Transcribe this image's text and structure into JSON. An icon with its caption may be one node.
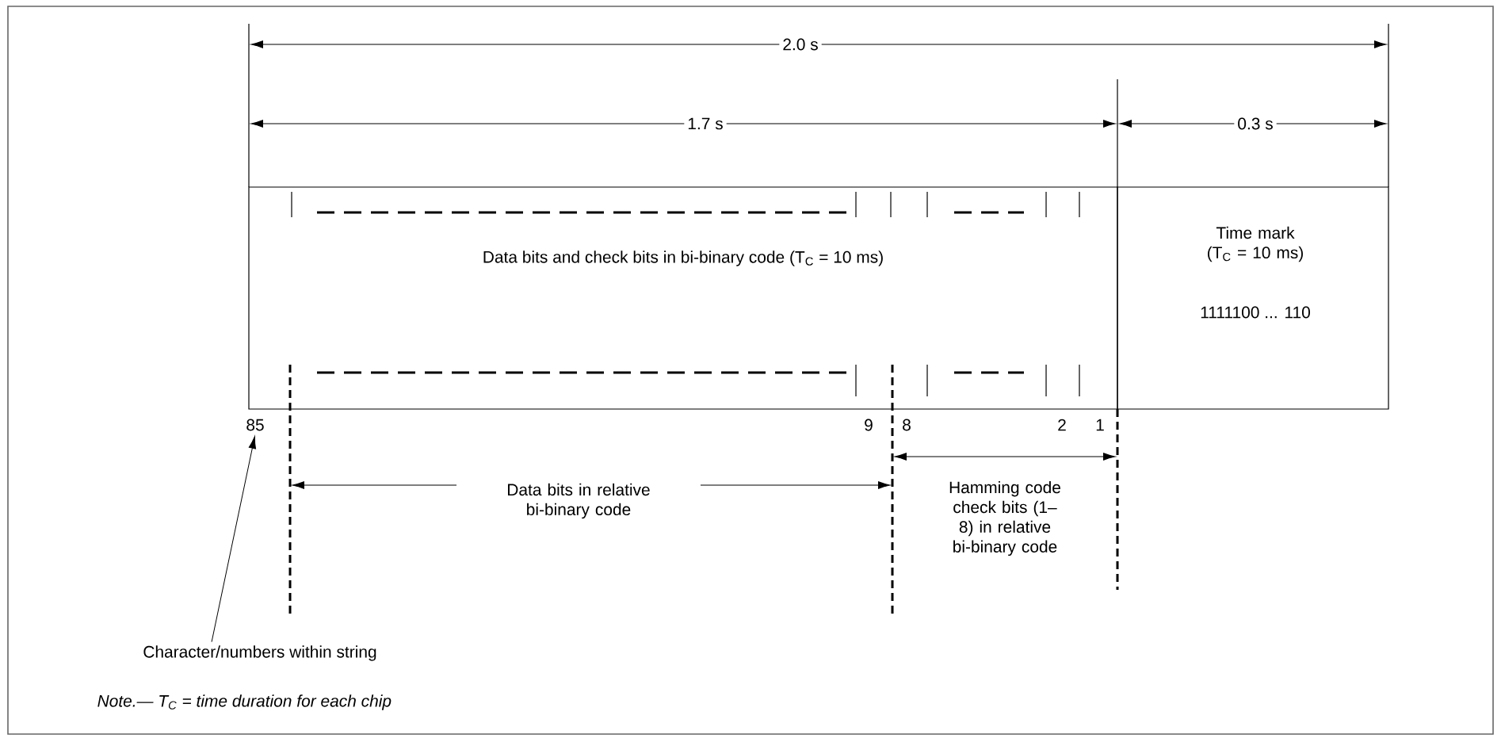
{
  "diagram": {
    "nodes": [
      {
        "text": [
          "Data bits and check bits in bi-binary code (T$_{C}$ = 10 ms)"
        ]
      },
      {
        "text": [
          "Time mark (T$_{C}$ = 10 ms)",
          "1111100 ... 110"
        ]
      },
      {
        "text": [
          "Character/numbers within string"
        ]
      },
      {
        "text": [
          "85"
        ]
      }
    ],
    "edges": [
      {
        "from": 2,
        "to": 3,
        "arrow": "to"
      }
    ],
    "labels": [
      "2.0 s",
      "1.7 s",
      "0.3 s",
      "9",
      "8",
      "2",
      "1",
      "Data bits in relative bi-binary code",
      "Hamming code check bits (1–8) in relative bi-binary code",
      "Note.— T$_{C}$ = time duration for each chip"
    ]
  }
}
